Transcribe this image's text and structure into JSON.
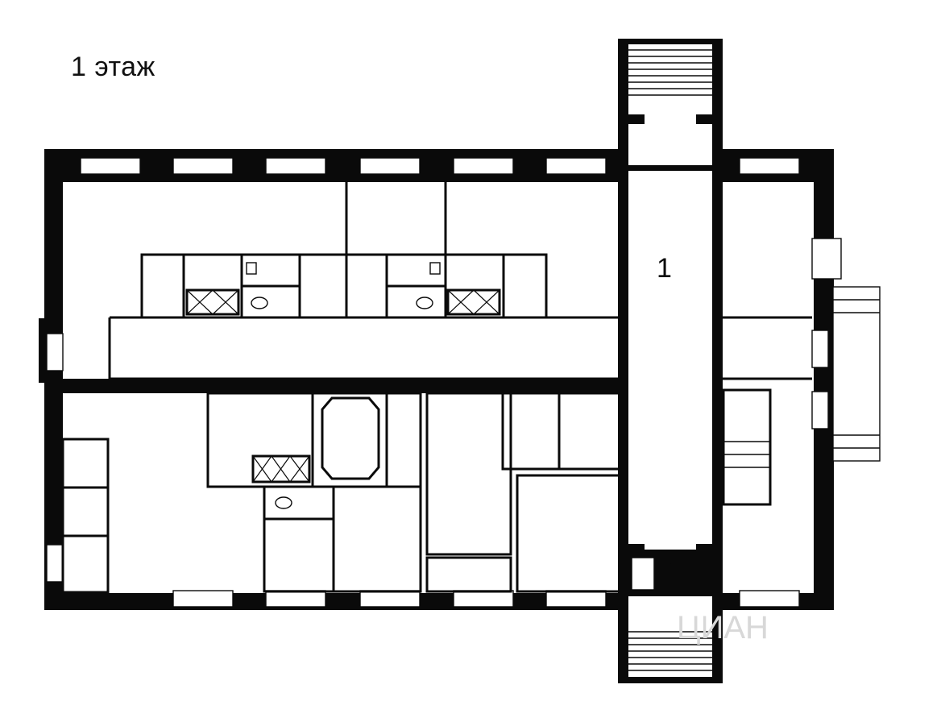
{
  "header": {
    "floor_title": "1 этаж"
  },
  "plan": {
    "stair_label": "1",
    "watermark": "ЦИАН"
  },
  "colors": {
    "wall": "#0a0a0a",
    "background": "#ffffff",
    "watermark": "#d8d8d8"
  },
  "icons": [
    "toilet-icon",
    "sink-icon",
    "shaft-x-icon",
    "door-swing-icon",
    "stair-treads-icon"
  ]
}
